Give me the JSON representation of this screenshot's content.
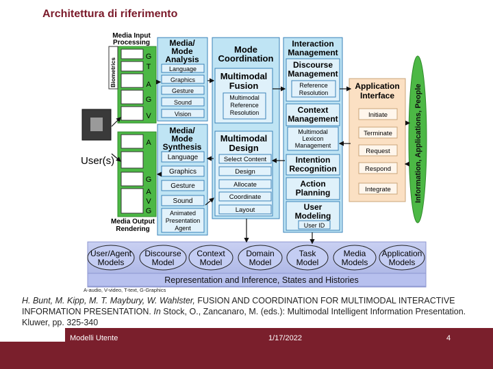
{
  "slide": {
    "title": "Architettura di riferimento"
  },
  "diagram": {
    "media_input": {
      "title_line1": "Media Input",
      "title_line2": "Processing",
      "biometrics": "Biometrics"
    },
    "media_output": {
      "title_line1": "Media Output",
      "title_line2": "Rendering"
    },
    "input_codes": [
      "G",
      "T",
      "A",
      "G",
      "V"
    ],
    "output_codes": [
      "A",
      "G",
      "A",
      "V",
      "G"
    ],
    "user_label": "User(s)",
    "analysis": {
      "title_line1": "Media/",
      "title_line2": "Mode",
      "title_line3": "Analysis",
      "items": [
        "Language",
        "Graphics",
        "Gesture",
        "Sound",
        "Vision"
      ]
    },
    "synthesis": {
      "title_line1": "Media/",
      "title_line2": "Mode",
      "title_line3": "Synthesis",
      "items": [
        "Language",
        "Graphics",
        "Gesture",
        "Sound"
      ],
      "agent_line1": "Animated",
      "agent_line2": "Presentation",
      "agent_line3": "Agent"
    },
    "mode_coordination": {
      "title_line1": "Mode",
      "title_line2": "Coordination"
    },
    "fusion": {
      "title_line1": "Multimodal",
      "title_line2": "Fusion",
      "sub_line1": "Multimodal",
      "sub_line2": "Reference",
      "sub_line3": "Resolution"
    },
    "design": {
      "title_line1": "Multimodal",
      "title_line2": "Design",
      "items": [
        "Select Content",
        "Design",
        "Allocate",
        "Coordinate",
        "Layout"
      ]
    },
    "interaction": {
      "title_line1": "Interaction",
      "title_line2": "Management",
      "discourse_line1": "Discourse",
      "discourse_line2": "Management",
      "reference_line1": "Reference",
      "reference_line2": "Resolution",
      "context_line1": "Context",
      "context_line2": "Management",
      "lexicon_line1": "Multimodal",
      "lexicon_line2": "Lexicon",
      "lexicon_line3": "Management",
      "intention_line1": "Intention",
      "intention_line2": "Recognition",
      "action_line1": "Action",
      "action_line2": "Planning",
      "user_line1": "User",
      "user_line2": "Modeling",
      "user_id": "User ID"
    },
    "app_interface": {
      "title_line1": "Application",
      "title_line2": "Interface",
      "items": [
        "Initiate",
        "Terminate",
        "Request",
        "Respond",
        "Integrate"
      ]
    },
    "side_ellipse": "Information, Applications, People",
    "models": [
      {
        "line1": "User/Agent",
        "line2": "Models"
      },
      {
        "line1": "Discourse",
        "line2": "Model"
      },
      {
        "line1": "Context",
        "line2": "Model"
      },
      {
        "line1": "Domain",
        "line2": "Model"
      },
      {
        "line1": "Task",
        "line2": "Model"
      },
      {
        "line1": "Media",
        "line2": "Models"
      },
      {
        "line1": "Application",
        "line2": "Models"
      }
    ],
    "representation": "Representation and Inference, States and Histories",
    "legend": "A-audio, V-video, T-text, G-Graphics"
  },
  "citation": {
    "authors": "H. Bunt, M. Kipp, M. T. Maybury, W. Wahlster,",
    "rest1": " FUSION AND COORDINATION FOR MULTIMODAL INTERACTIVE INFORMATION PRESENTATION. ",
    "in": "In",
    "rest2": " Stock, O., Zancanaro, M. (eds.): Multimodal Intelligent Information Presentation. Kluwer, pp. 325-340"
  },
  "footer": {
    "left": "Modelli Utente",
    "date": "1/17/2022",
    "page": "4"
  },
  "colors": {
    "accent": "#7a1f2c",
    "panel": "#bfe4f4",
    "panel_border": "#3a82b8",
    "item": "#e2f2fb",
    "green": "#4cb845",
    "lavender": "#aeb8e8"
  }
}
